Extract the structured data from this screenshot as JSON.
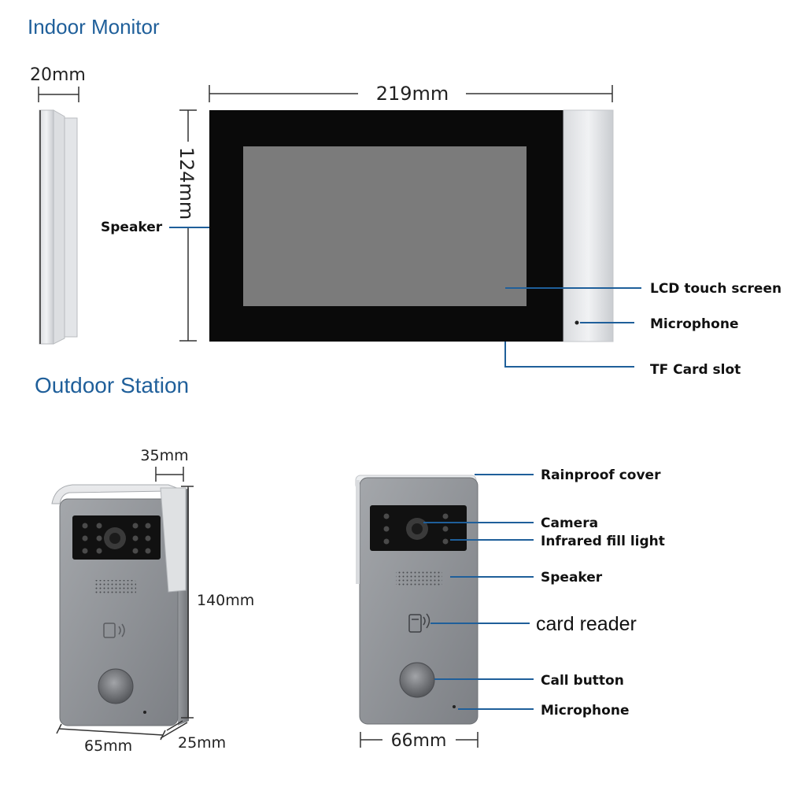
{
  "sections": {
    "indoor_title": "Indoor Monitor",
    "outdoor_title": "Outdoor Station"
  },
  "indoor": {
    "depth": "20mm",
    "width": "219mm",
    "height": "124mm",
    "labels": {
      "speaker": "Speaker",
      "lcd": "LCD touch screen",
      "microphone": "Microphone",
      "tf_card": "TF Card slot"
    }
  },
  "outdoor": {
    "cover_depth": "35mm",
    "height": "140mm",
    "width_side": "65mm",
    "depth_side": "25mm",
    "width_front": "66mm",
    "labels": {
      "rainproof": "Rainproof cover",
      "camera": "Camera",
      "infrared": "Infrared fill light",
      "speaker": "Speaker",
      "card_reader": "card reader",
      "call_button": "Call button",
      "microphone": "Microphone"
    }
  },
  "colors": {
    "title": "#1f5f9a",
    "leader": "#1f5f9a",
    "panel_gray": "#8a8d92",
    "screen_gray": "#7b7b7b",
    "bezel": "#0a0a0a"
  }
}
